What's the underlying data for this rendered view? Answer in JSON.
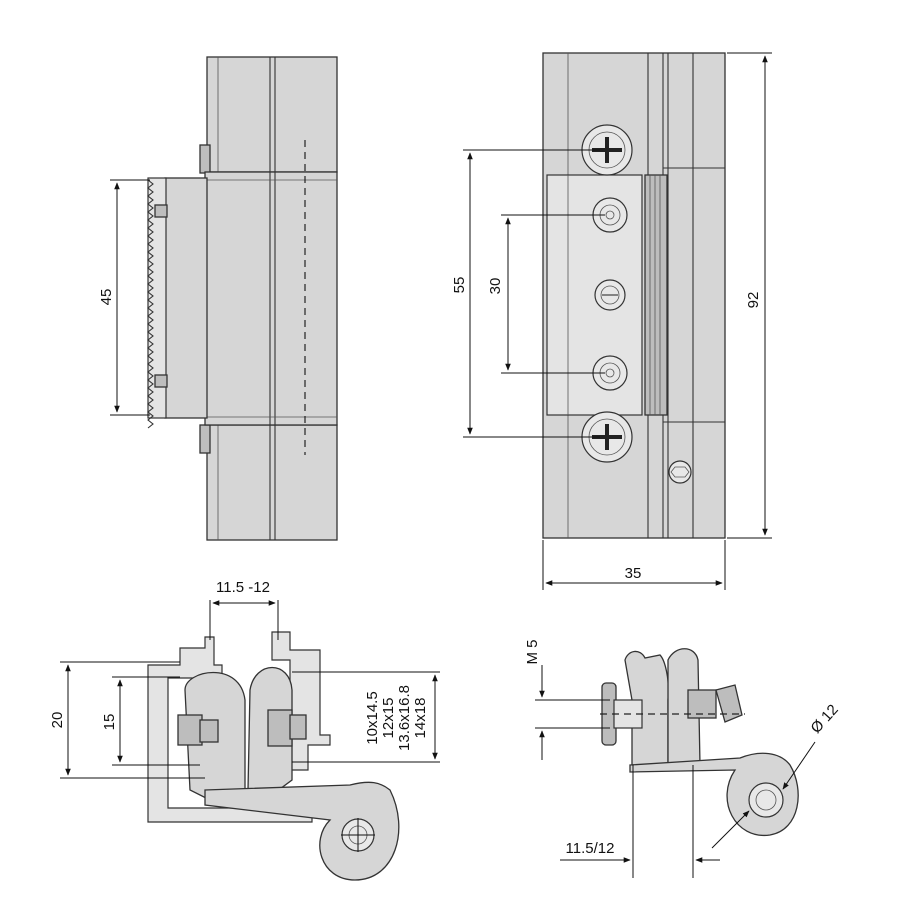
{
  "labels": {
    "dim_45": "45",
    "dim_55": "55",
    "dim_30": "30",
    "dim_92": "92",
    "dim_35": "35",
    "dim_gap_top": "11.5 -12",
    "dim_20": "20",
    "dim_15": "15",
    "sizes": [
      "10x14.5",
      "12x15",
      "13.6x16.8",
      "14x18"
    ],
    "dim_m5": "M 5",
    "dim_d12": "Ø 12",
    "dim_gap_bottom": "11.5/12"
  }
}
